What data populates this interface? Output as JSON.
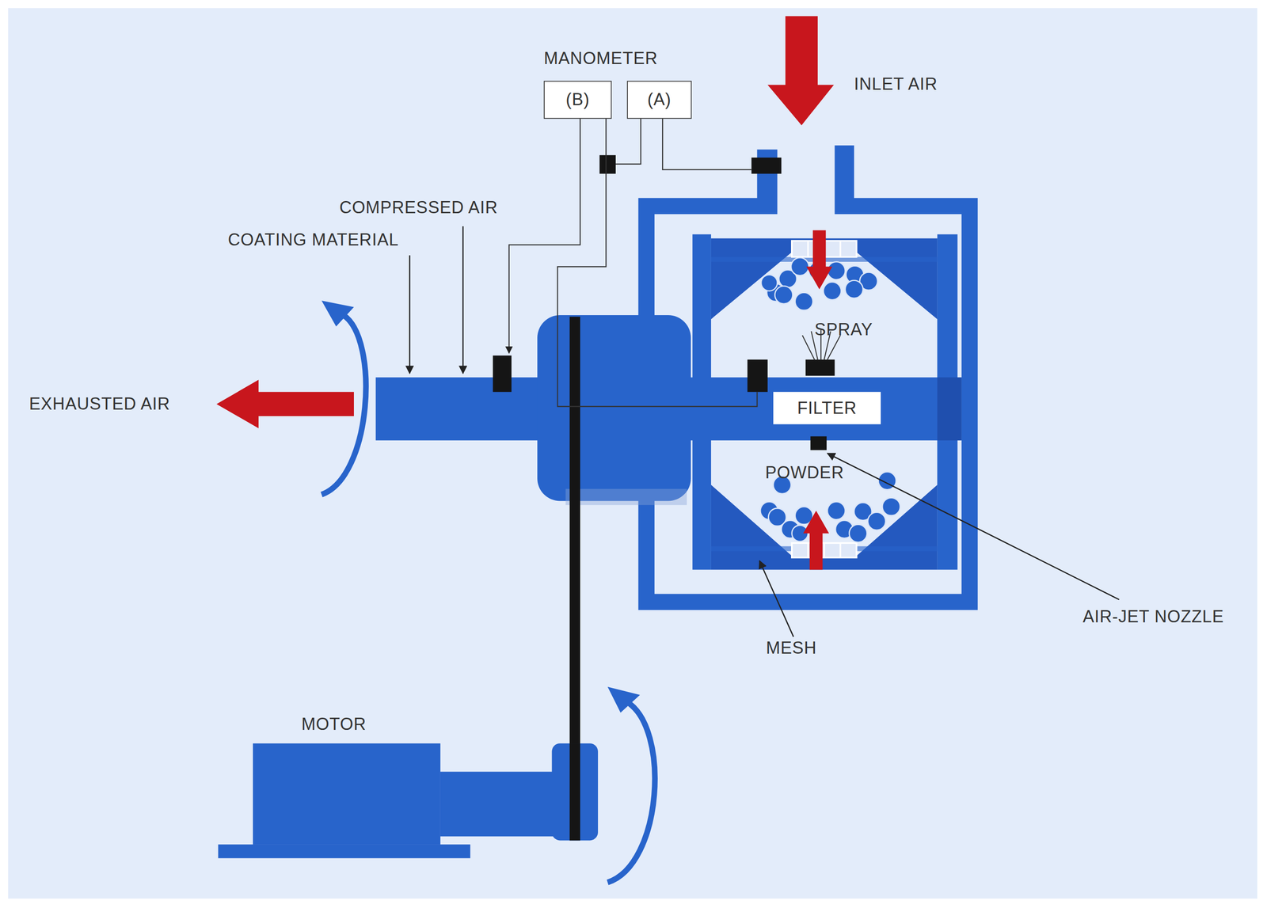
{
  "diagram": {
    "nodes": [
      {
        "text": [
          "(B)"
        ]
      },
      {
        "text": [
          "(A)"
        ]
      },
      {
        "text": [
          "FILTER"
        ]
      },
      {
        "text": [
          "MOTOR"
        ]
      }
    ],
    "edges": [],
    "labels": [
      "MANOMETER",
      "INLET AIR",
      "COMPRESSED AIR",
      "COATING MATERIAL",
      "EXHAUSTED AIR",
      "SPRAY",
      "POWDER",
      "AIR-JET NOZZLE",
      "MESH"
    ]
  }
}
